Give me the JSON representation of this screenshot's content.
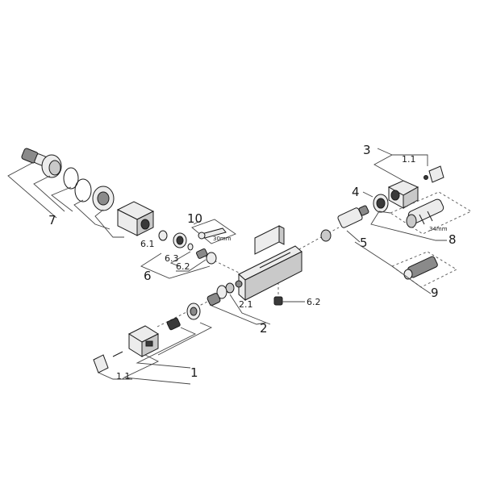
{
  "labels": {
    "l1": "1",
    "l1_1a": "1.1",
    "l2": "2",
    "l2_1": "2.1",
    "l3": "3",
    "l1_1b": "1.1",
    "l4": "4",
    "l5": "5",
    "l6": "6",
    "l6_1": "6.1",
    "l6_2a": "6.2",
    "l6_2b": "6.2",
    "l6_3": "6.3",
    "l7": "7",
    "l8": "8",
    "l9": "9",
    "l10": "10"
  },
  "annotations": {
    "torque": "30mm",
    "cartridge_size": "34mm"
  }
}
